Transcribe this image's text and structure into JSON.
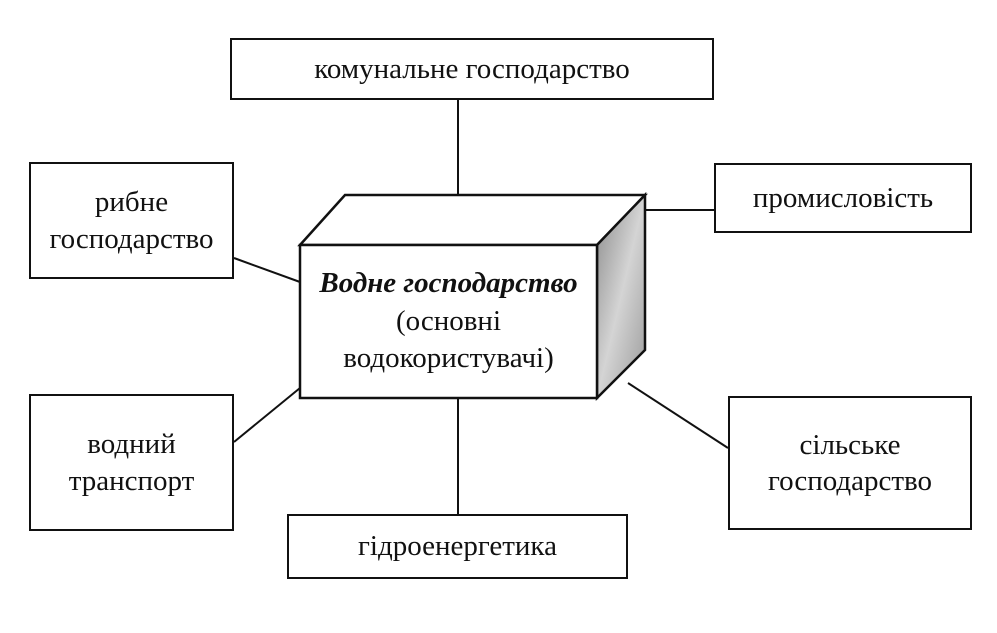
{
  "center": {
    "title": "Водне господарство",
    "subtitle_line1": "(основні",
    "subtitle_line2": "водокористувачі)"
  },
  "users": {
    "top": "комунальне господарство",
    "left_top": "рибне\nгосподарство",
    "right_top": "промисловість",
    "left_bottom": "водний\nтранспорт",
    "right_bottom": "сільське\nгосподарство",
    "bottom": "гідроенергетика"
  },
  "colors": {
    "line": "#111111",
    "cube_top": "#ffffff",
    "cube_side": "#b8b8b8"
  }
}
